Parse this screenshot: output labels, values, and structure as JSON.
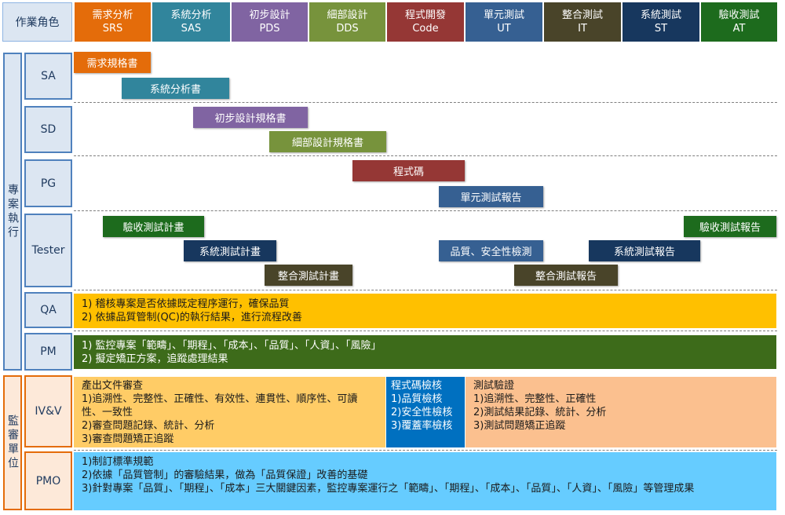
{
  "header": {
    "role_label": "作業角色",
    "phases": [
      {
        "zh": "需求分析",
        "en": "SRS",
        "color": "#e46c0a"
      },
      {
        "zh": "系統分析",
        "en": "SAS",
        "color": "#31859c"
      },
      {
        "zh": "初步設計",
        "en": "PDS",
        "color": "#8064a2"
      },
      {
        "zh": "細部設計",
        "en": "DDS",
        "color": "#77933c"
      },
      {
        "zh": "程式開發",
        "en": "Code",
        "color": "#953735"
      },
      {
        "zh": "單元測試",
        "en": "UT",
        "color": "#366092"
      },
      {
        "zh": "整合測試",
        "en": "IT",
        "color": "#494429"
      },
      {
        "zh": "系統測試",
        "en": "ST",
        "color": "#17375e"
      },
      {
        "zh": "驗收測試",
        "en": "AT",
        "color": "#1d6b1d"
      }
    ]
  },
  "groups": {
    "execution": "專案執行",
    "audit": "監審單位"
  },
  "roles": {
    "sa": "SA",
    "sd": "SD",
    "pg": "PG",
    "tester": "Tester",
    "qa": "QA",
    "pm": "PM",
    "ivv": "IV&V",
    "pmo": "PMO"
  },
  "deliverables": {
    "srs_doc": "需求規格書",
    "sas_doc": "系統分析書",
    "pds_doc": "初步設計規格書",
    "dds_doc": "細部設計規格書",
    "code": "程式碼",
    "ut_report": "單元測試報告",
    "at_plan": "驗收測試計畫",
    "st_plan": "系統測試計畫",
    "it_plan": "整合測試計畫",
    "quality_check": "品質、安全性檢測",
    "st_report": "系統測試報告",
    "it_report": "整合測試報告",
    "at_report": "驗收測試報告"
  },
  "qa": {
    "lines": [
      "1)  稽核專案是否依據既定程序運行，確保品質",
      "2)  依據品質管制(QC)的執行結果，進行流程改善"
    ]
  },
  "pm": {
    "lines": [
      "1)  監控專案「範疇」、「期程」、「成本」、「品質」、「人資」、「風險」",
      "2)  擬定矯正方案，追蹤處理結果"
    ]
  },
  "ivv": {
    "doc_review": {
      "title": "產出文件審查",
      "lines": [
        "1)追溯性、完整性、正確性、有效性、連貫性、順序性、可讀性、一致性",
        "2)審查問題記錄、統計、分析",
        "3)審查問題矯正追蹤"
      ]
    },
    "code_check": {
      "title": "程式碼檢核",
      "lines": [
        "1)品質檢核",
        "2)安全性檢核",
        "3)覆蓋率檢核"
      ]
    },
    "test_verify": {
      "title": "測試驗證",
      "lines": [
        "1)追溯性、完整性、正確性",
        "2)測試結果記錄、統計、分析",
        "3)測試問題矯正追蹤"
      ]
    }
  },
  "pmo": {
    "lines": [
      "1)制訂標準規範",
      "2)依據「品質管制」的審驗結果，做為「品質保證」改善的基礎",
      "3)針對專案「品質」、「期程」、「成本」三大關鍵因素，監控專案運行之「範疇」、「期程」、「成本」、「品質」、「人資」、「風險」等管理成果"
    ]
  },
  "colors": {
    "qa_panel": "#ffc000",
    "pm_panel": "#3d6b1a",
    "ivv_doc_panel": "#ffcc66",
    "ivv_code_panel": "#0070c0",
    "ivv_test_panel": "#fbc08f",
    "pmo_panel": "#66ccff"
  }
}
